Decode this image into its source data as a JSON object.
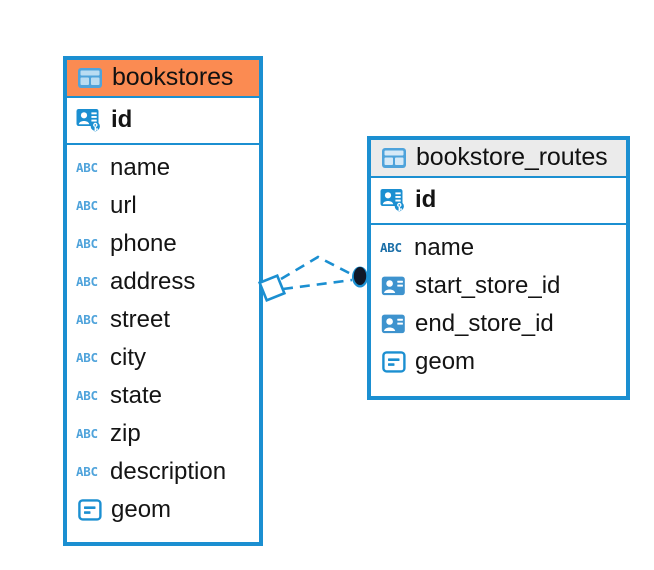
{
  "diagram": {
    "type": "entity-relationship-diagram",
    "background_color": "#ffffff",
    "accent_color": "#1B8FD1",
    "highlight_color": "#FB8B52",
    "neutral_header_color": "#EBEBEB"
  },
  "entities": [
    {
      "id": "bookstores",
      "name": "bookstores",
      "header_style": "accent",
      "header_icon": "table-icon",
      "primary_keys": [
        {
          "name": "id",
          "icon": "primary-key-icon",
          "type": "key"
        }
      ],
      "fields": [
        {
          "name": "name",
          "icon": "abc-text-icon",
          "type": "text"
        },
        {
          "name": "url",
          "icon": "abc-text-icon",
          "type": "text"
        },
        {
          "name": "phone",
          "icon": "abc-text-icon",
          "type": "text"
        },
        {
          "name": "address",
          "icon": "abc-text-icon",
          "type": "text"
        },
        {
          "name": "street",
          "icon": "abc-text-icon",
          "type": "text"
        },
        {
          "name": "city",
          "icon": "abc-text-icon",
          "type": "text"
        },
        {
          "name": "state",
          "icon": "abc-text-icon",
          "type": "text"
        },
        {
          "name": "zip",
          "icon": "abc-text-icon",
          "type": "text"
        },
        {
          "name": "description",
          "icon": "abc-text-icon",
          "type": "text"
        },
        {
          "name": "geom",
          "icon": "geometry-icon",
          "type": "geometry"
        }
      ]
    },
    {
      "id": "bookstore_routes",
      "name": "bookstore_routes",
      "header_style": "plain",
      "header_icon": "table-icon",
      "primary_keys": [
        {
          "name": "id",
          "icon": "primary-key-icon",
          "type": "key"
        }
      ],
      "fields": [
        {
          "name": "name",
          "icon": "abc-text-icon",
          "type": "text"
        },
        {
          "name": "start_store_id",
          "icon": "foreign-key-icon",
          "type": "reference"
        },
        {
          "name": "end_store_id",
          "icon": "foreign-key-icon",
          "type": "reference"
        },
        {
          "name": "geom",
          "icon": "geometry-icon",
          "type": "geometry"
        }
      ]
    }
  ],
  "relationship": {
    "from_entity": "bookstores",
    "to_entity": "bookstore_routes",
    "from_marker": "diamond-marker",
    "to_marker": "filled-circle-marker",
    "line_style": "dashed",
    "line_color": "#1B8FD1",
    "cardinality": "one-to-many"
  }
}
